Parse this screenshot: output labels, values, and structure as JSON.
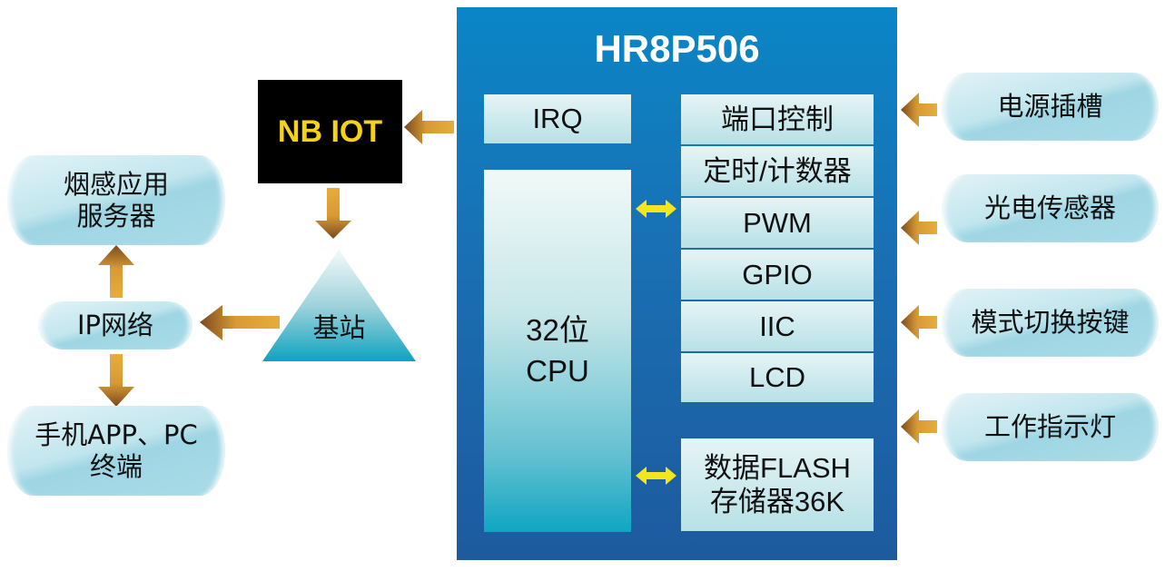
{
  "chip": {
    "title": "HR8P506",
    "irq": "IRQ",
    "cpu_line1": "32位",
    "cpu_line2": "CPU",
    "peripherals": [
      "端口控制",
      "定时/计数器",
      "PWM",
      "GPIO",
      "IIC",
      "LCD"
    ],
    "flash_line1": "数据FLASH",
    "flash_line2": "存储器36K"
  },
  "network": {
    "nb_iot": "NB IOT",
    "base_station": "基站",
    "ip_network": "IP网络",
    "server_line1": "烟感应用",
    "server_line2": "服务器",
    "terminal_line1": "手机APP、PC",
    "terminal_line2": "终端"
  },
  "inputs": [
    "电源插槽",
    "光电传感器",
    "模式切换按键",
    "工作指示灯"
  ],
  "colors": {
    "arrow_light": "#e6ad3c",
    "arrow_dark": "#7a4a1e",
    "double_arrow": "#f5e51c",
    "nb_text": "#f4d21a"
  }
}
